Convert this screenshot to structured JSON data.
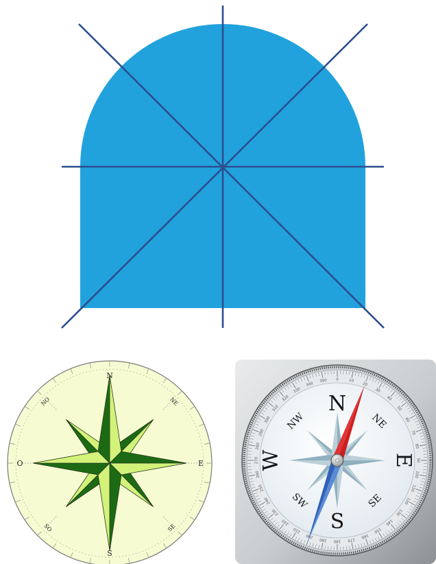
{
  "colors": {
    "arch_fill": "#22a2dd",
    "arch_lines": "#2b4e8e",
    "rose_bg": "#f6fbd2",
    "rose_dark": "#1c6b14",
    "rose_light": "#d3f27a",
    "needle_red": "#cc1f1f",
    "needle_blue": "#2f62b8",
    "bezel": "#c5c9cd",
    "dial": "#f2f7fb"
  },
  "rose_compass": {
    "labels": {
      "n": "N",
      "ne": "NE",
      "e": "E",
      "se": "SE",
      "s": "S",
      "so": "SO",
      "o": "O",
      "no": "NO"
    }
  },
  "dial_compass": {
    "labels": {
      "n": "N",
      "ne": "NE",
      "e": "E",
      "se": "SE",
      "s": "S",
      "sw": "SW",
      "w": "W",
      "nw": "NW"
    },
    "degree_labels": [
      "0",
      "10",
      "20",
      "30",
      "40",
      "50",
      "60",
      "70",
      "80",
      "90",
      "100",
      "110",
      "120",
      "130",
      "140",
      "150",
      "160",
      "170",
      "180",
      "190",
      "200",
      "210",
      "220",
      "230",
      "240",
      "250",
      "260",
      "270",
      "280",
      "290",
      "300",
      "310",
      "320",
      "330",
      "340",
      "350"
    ],
    "needle_heading_deg": 20
  }
}
